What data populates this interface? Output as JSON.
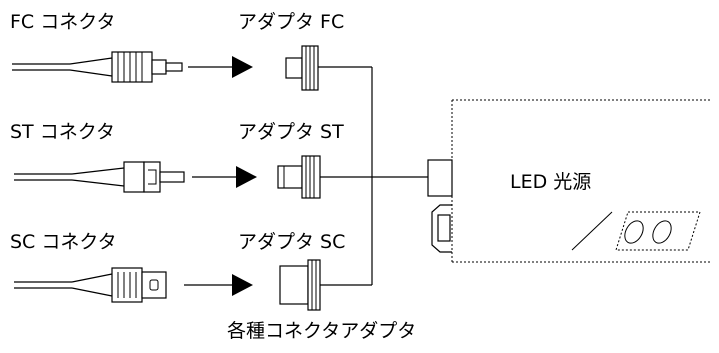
{
  "labels": {
    "fc_connector": "FC コネクタ",
    "fc_adapter": "アダプタ FC",
    "st_connector": "ST コネクタ",
    "st_adapter": "アダプタ ST",
    "sc_connector": "SC コネクタ",
    "sc_adapter": "アダプタ SC",
    "led_source": "LED 光源",
    "caption": "各種コネクタアダプタ"
  }
}
